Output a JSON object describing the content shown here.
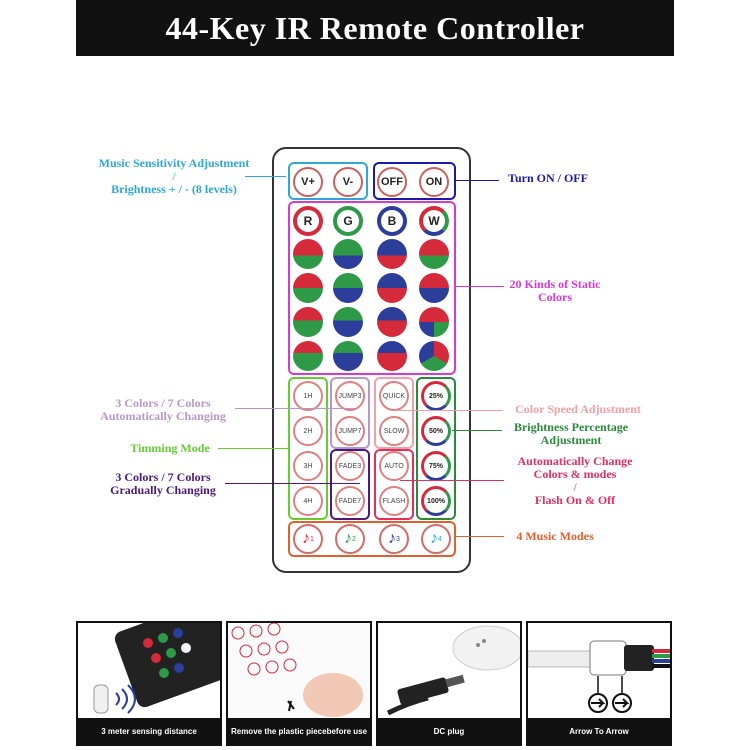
{
  "title": "44-Key IR Remote Controller",
  "buttons": {
    "v_plus": "V+",
    "v_minus": "V-",
    "off": "OFF",
    "on": "ON",
    "r": "R",
    "g": "G",
    "b": "B",
    "w": "W",
    "jump3": "JUMP3",
    "jump7": "JUMP7",
    "fade3": "FADE3",
    "fade7": "FADE7",
    "quick": "QUICK",
    "slow": "SLOW",
    "auto": "AUTO",
    "flash": "FLASH",
    "h1": "1H",
    "h2": "2H",
    "h3": "3H",
    "h4": "4H",
    "p25": "25%",
    "p50": "50%",
    "p75": "75%",
    "p100": "100%",
    "m1": "1",
    "m2": "2",
    "m3": "3",
    "m4": "4"
  },
  "labels": {
    "music_sens_1": "Music Sensitivity Adjustment",
    "music_sens_2": "/",
    "music_sens_3": "Brightness + / - (8 levels)",
    "turn_on_off": "Turn ON /  OFF",
    "static_colors_1": "20 Kinds of Static",
    "static_colors_2": "Colors",
    "auto_changing_1": "3 Colors / 7 Colors",
    "auto_changing_2": "Automatically Changing",
    "timing_mode": "Timming Mode",
    "gradual_1": "3 Colors / 7 Colors",
    "gradual_2": "Gradually Changing",
    "color_speed": "Color Speed Adjustment",
    "bright_pct_1": "Brightness Percentage",
    "bright_pct_2": "Adjustment",
    "auto_change_1": "Automatically Change",
    "auto_change_2": "Colors & modes",
    "auto_change_3": "/",
    "flash_1": "Flash On & Off",
    "music_modes": "4 Music Modes"
  },
  "thumbs": {
    "t1": "3 meter sensing distance",
    "t2a": "Remove the plastic piece",
    "t2b": "before use",
    "t3": "DC plug",
    "t4": "Arrow To Arrow"
  },
  "colors": {
    "red": "#d42a3c",
    "green": "#2e9a48",
    "blue": "#2d3d9a",
    "sensitivity": "#2fa8d8",
    "turn": "#1a1aa8",
    "static": "#d63ad6",
    "auto_changing": "#b598c8",
    "timing": "#66cc33",
    "gradual": "#4a1a7a",
    "speed": "#f0a0a8",
    "brightness_pct": "#2a8a3a",
    "auto_change": "#e03060",
    "music": "#e06030"
  }
}
